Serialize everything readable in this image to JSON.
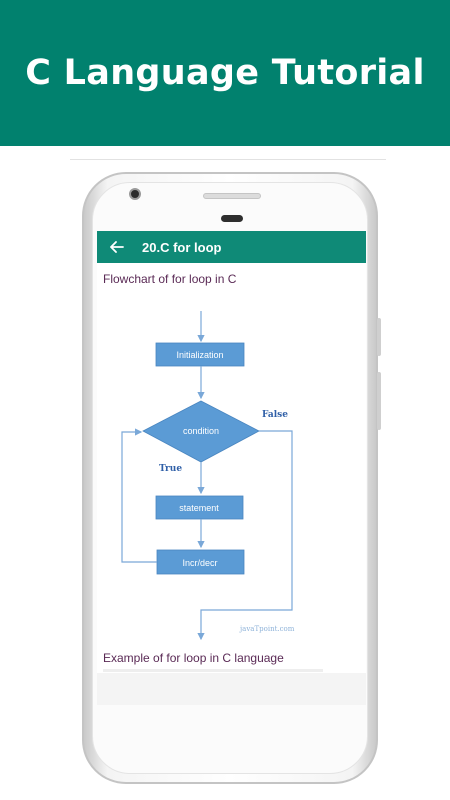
{
  "banner": {
    "title": "C Language Tutorial"
  },
  "app": {
    "title": "20.C for loop",
    "heading": "Flowchart of for loop in C",
    "subheading": "Example of for loop in C language"
  },
  "flowchart": {
    "init": "Initialization",
    "condition": "condition",
    "statement": "statement",
    "update": "Incr/decr",
    "true_label": "True",
    "false_label": "False",
    "watermark": "javaTpoint.com"
  },
  "icons": {
    "back": "arrow-left-icon"
  },
  "colors": {
    "banner": "#01816e",
    "appbar": "#0f8a77",
    "box": "#5b9bd5",
    "heading_text": "#5a2a55"
  }
}
